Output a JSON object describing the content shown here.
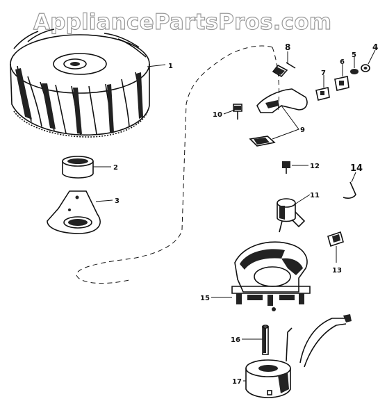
{
  "watermark": "AppliancePartsPros.com",
  "callouts": {
    "c1": "1",
    "c2": "2",
    "c3": "3",
    "c4": "4",
    "c5": "5",
    "c6": "6",
    "c7": "7",
    "c8": "8",
    "c9": "9",
    "c10": "10",
    "c11": "11",
    "c12": "12",
    "c13": "13",
    "c14": "14",
    "c15": "15",
    "c16": "16",
    "c17": "17"
  }
}
